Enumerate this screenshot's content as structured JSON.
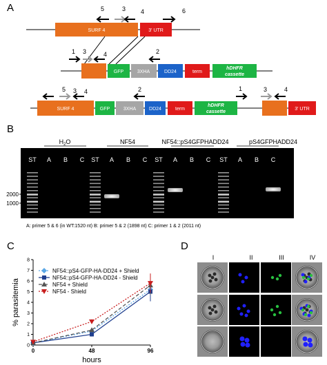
{
  "panels": {
    "A": "A",
    "B": "B",
    "C": "C",
    "D": "D"
  },
  "panelA": {
    "surf4": "SURF 4",
    "utr": "3' UTR",
    "gfp": "GFP",
    "xha": "3XHA",
    "dd24": "DD24",
    "term": "term",
    "hdhfr1": "hDHFR",
    "hdhfr2": "cassette",
    "primers_top": [
      "5",
      "3",
      "4",
      "6"
    ],
    "primers_mid": [
      "1",
      "3",
      "4",
      "2"
    ],
    "primers_bottom": [
      "5",
      "3",
      "4",
      "2",
      "1",
      "3",
      "4"
    ]
  },
  "panelB": {
    "groups": [
      "H2O",
      "NF54",
      "NF54::pS4GFPHADD24",
      "pS4GFPHADD24"
    ],
    "lanes": [
      "ST",
      "A",
      "B",
      "C"
    ],
    "markers": [
      "2000",
      "1000"
    ],
    "caption": "A: primer 5 & 6 (in WT:1520 nt) B: primer 5 & 2 (1898 nt) C: primer 1 & 2 (2011 nt)"
  },
  "colors": {
    "orange": "#e8701e",
    "red": "#e01a1a",
    "green": "#1db544",
    "grey": "#a6a6a6",
    "blue": "#1c63c9",
    "primer_grey": "#9a9a9a"
  },
  "chart_data": {
    "type": "line",
    "x": [
      0,
      48,
      96
    ],
    "xlabel": "hours",
    "ylabel": "% parasitemia",
    "xticks": [
      "0",
      "48",
      "96"
    ],
    "yticks": [
      "0",
      "1",
      "2",
      "3",
      "4",
      "5",
      "6",
      "7",
      "8"
    ],
    "ylim": [
      0,
      8
    ],
    "legend_position": "top-left",
    "series": [
      {
        "name": "NF54::pS4-GFP-HA-DD24 + Shield",
        "values": [
          0.2,
          1.3,
          5.2
        ],
        "color": "#5aa7e6",
        "marker": "diamond",
        "dash": "dotted"
      },
      {
        "name": "NF54::pS4-GFP-HA-DD24 - Shield",
        "values": [
          0.2,
          1.0,
          5.0
        ],
        "color": "#1f3f8f",
        "marker": "square",
        "dash": "solid"
      },
      {
        "name": "NF54 + Shield",
        "values": [
          0.2,
          1.4,
          5.6
        ],
        "color": "#555555",
        "marker": "triangle",
        "dash": "dashed"
      },
      {
        "name": "NF54 - Shield",
        "values": [
          0.3,
          2.2,
          5.8
        ],
        "color": "#c81e1e",
        "marker": "triangle-down",
        "dash": "dotted"
      }
    ]
  },
  "panelD": {
    "columns": [
      "I",
      "II",
      "III",
      "IV"
    ]
  }
}
